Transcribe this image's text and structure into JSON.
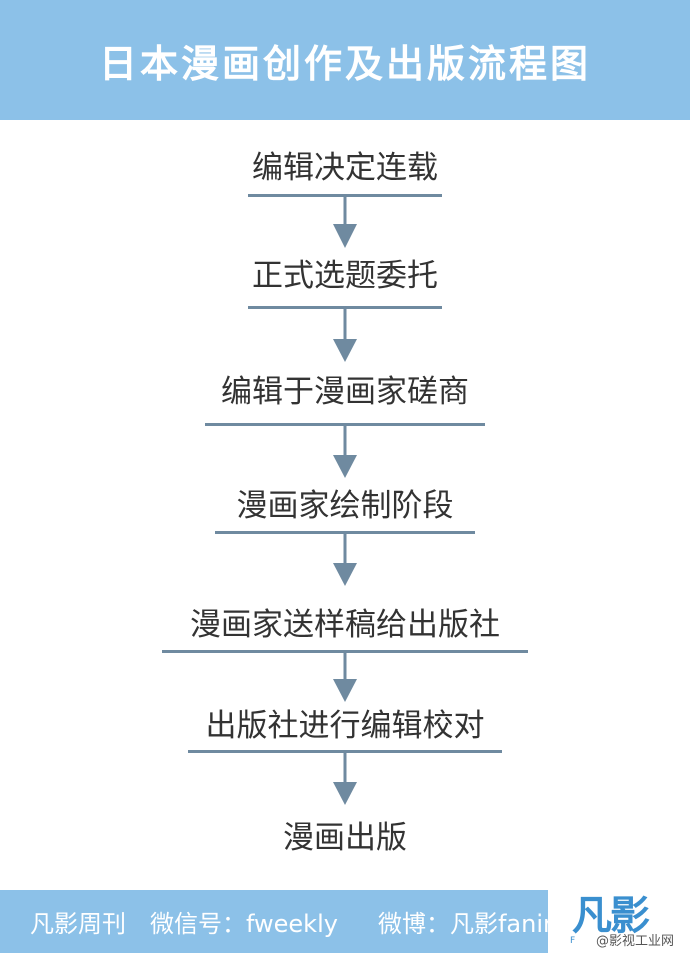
{
  "title": "日本漫画创作及出版流程图",
  "steps": [
    "编辑决定连载",
    "正式选题委托",
    "编辑于漫画家磋商",
    "漫画家绘制阶段",
    "漫画家送样稿给出版社",
    "出版社进行编辑校对",
    "漫画出版"
  ],
  "footer": {
    "publication": "凡影周刊",
    "wechat": "微信号：fweekly",
    "weibo": "微博：凡影fanink"
  },
  "logo": {
    "text": "凡影",
    "letter": "F"
  },
  "watermark": "@影视工业网",
  "colors": {
    "header": "#8cc1e8",
    "arrow": "#6f8aa0",
    "text": "#333333"
  }
}
